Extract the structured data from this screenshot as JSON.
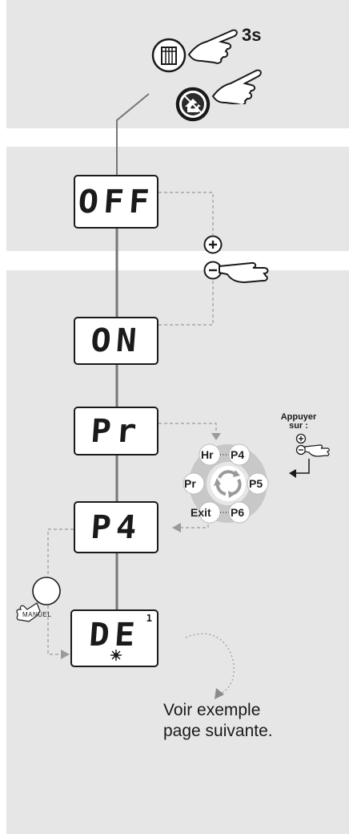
{
  "step1": {
    "duration_label": "3s",
    "buttons": [
      "menu-button-icon",
      "eco-mode-button-icon"
    ]
  },
  "displays": {
    "off": "OFF",
    "on": "ON",
    "pr": "Pr",
    "p4": "P4",
    "de": "DE",
    "de_superscript": "1"
  },
  "plus_minus": {
    "plus": "+",
    "minus": "−"
  },
  "cycle": {
    "instruction_line1": "Appuyer",
    "instruction_line2": "sur :",
    "items": [
      "Hr",
      "P4",
      "P5",
      "P6",
      "Exit",
      "Pr"
    ]
  },
  "manual_button": {
    "label": "MANUEL"
  },
  "footer_note": {
    "line1": "Voir exemple",
    "line2": "page suivante."
  },
  "colors": {
    "panel": "#e6e6e6",
    "ink": "#1a1a1a",
    "dash": "#9a9a9a"
  }
}
